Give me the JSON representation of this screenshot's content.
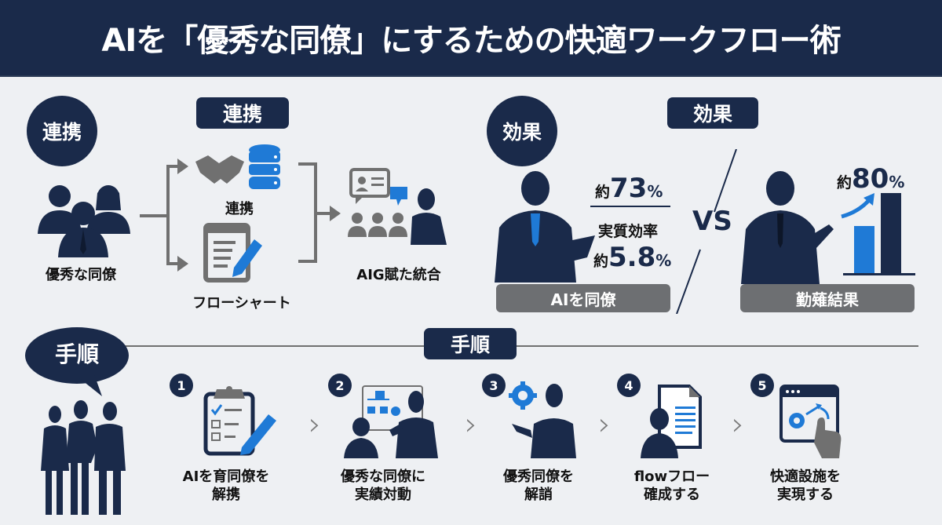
{
  "header": {
    "title": "AIを「優秀な同僚」にするための快適ワークフロー術"
  },
  "colors": {
    "navy": "#1a2a4a",
    "blue": "#1f7ad6",
    "gray": "#6d6f72",
    "background": "#eef0f3"
  },
  "collab": {
    "circle_label": "連携",
    "box_label": "連携",
    "people_label": "優秀な同僚",
    "handshake_db_label": "連携",
    "flowchart_label": "フローシャート",
    "result_label": "AIG賦た統合"
  },
  "effect": {
    "circle_label": "効果",
    "box_label": "効果",
    "left": {
      "stat1_prefix": "約",
      "stat1_value": "73",
      "stat1_unit": "%",
      "stat2_title": "実質効率",
      "stat2_prefix": "約",
      "stat2_value": "5.8",
      "stat2_unit": "%",
      "bar_label": "AIを同僚"
    },
    "vs_label": "VS",
    "right": {
      "stat_prefix": "約",
      "stat_value": "80",
      "stat_unit": "%",
      "bar_label": "勤薙結果"
    }
  },
  "procedure": {
    "bubble_label": "手順",
    "box_label": "手順",
    "steps": [
      {
        "num": "1",
        "icon": "clipboard-checklist-icon",
        "line1": "AIを育同僚を",
        "line2": "解携"
      },
      {
        "num": "2",
        "icon": "org-chart-presentation-icon",
        "line1": "優秀な同僚に",
        "line2": "実績対動"
      },
      {
        "num": "3",
        "icon": "gear-person-icon",
        "line1": "優秀同僚を",
        "line2": "解誚"
      },
      {
        "num": "4",
        "icon": "person-document-icon",
        "line1": "flowフロー",
        "line2": "確成する"
      },
      {
        "num": "5",
        "icon": "browser-gear-touch-icon",
        "line1": "快適設施を",
        "line2": "実現する"
      }
    ]
  }
}
